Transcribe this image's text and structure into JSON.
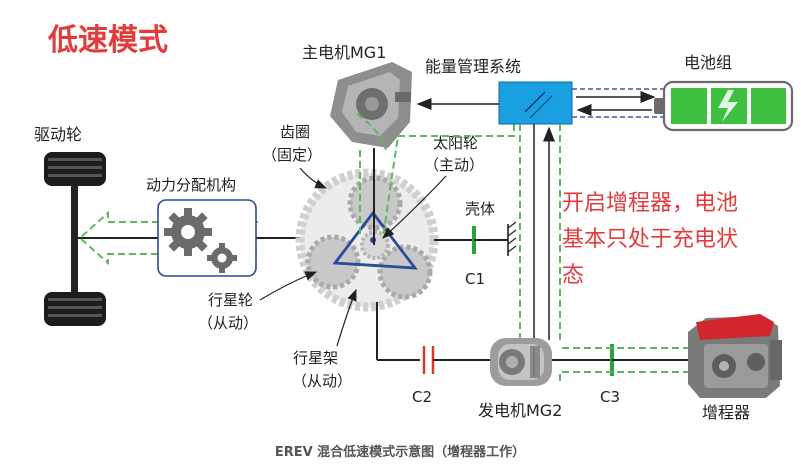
{
  "title": "低速模式",
  "labels": {
    "drive_wheel": "驱动轮",
    "power_split": "动力分配机构",
    "ring_gear_1": "齿圈",
    "ring_gear_2": "（固定）",
    "mg1": "主电机MG1",
    "energy_mgmt": "能量管理系统",
    "battery": "电池组",
    "sun_gear_1": "太阳轮",
    "sun_gear_2": "（主动）",
    "housing": "壳体",
    "c1": "C1",
    "planet_gear_1": "行星轮",
    "planet_gear_2": "（从动）",
    "planet_carrier_1": "行星架",
    "planet_carrier_2": "（从动）",
    "c2": "C2",
    "mg2": "发电机MG2",
    "c3": "C3",
    "range_extender": "增程器"
  },
  "note_lines": [
    "开启增程器，电池",
    "基本只处于充电状",
    "态"
  ],
  "caption": "EREV 混合低速模式示意图（增程器工作）",
  "colors": {
    "title": "#e23b3b",
    "note": "#e23b3b",
    "green_path": "#5cb85c",
    "clutch_green": "#2e9e3e",
    "clutch_red": "#d23a2a",
    "ems_box": "#1a9fe0",
    "battery_green": "#3fbf3f",
    "frame_blue": "#2a4a9a"
  }
}
